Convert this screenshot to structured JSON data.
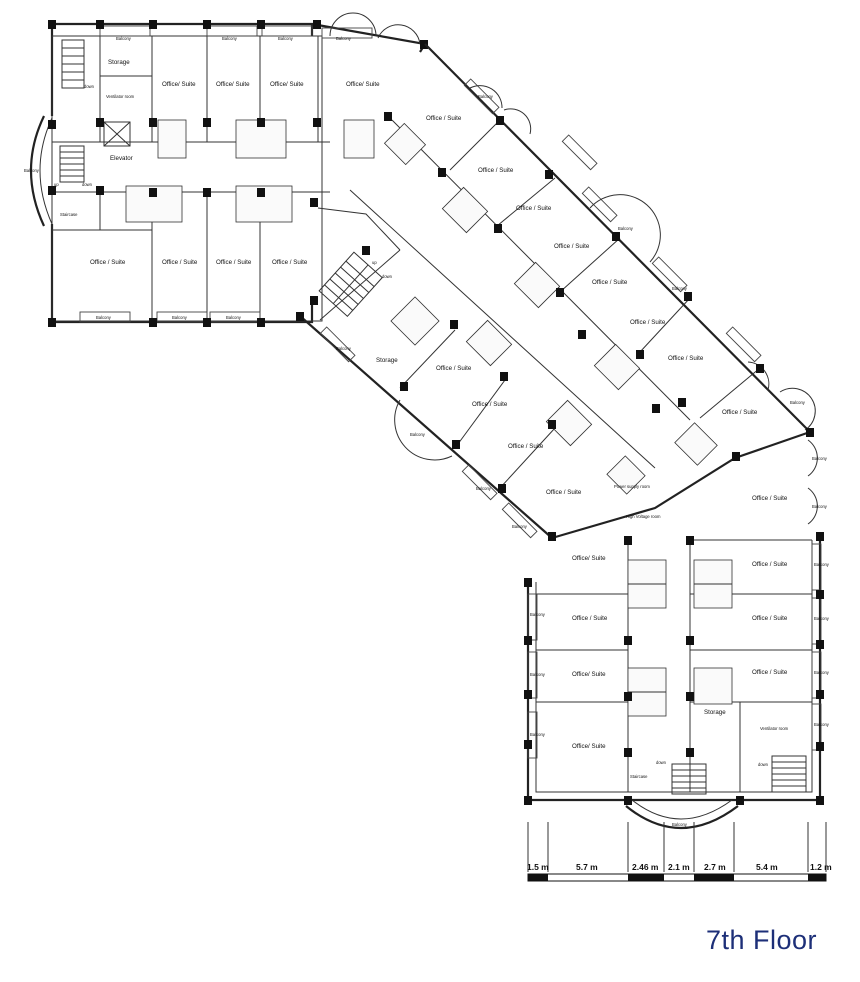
{
  "floor_title": "7th Floor",
  "labels": {
    "office_suite_a": "Office / Suite",
    "office_suite_b": "Office/ Suite",
    "balcony": "Balcony",
    "storage": "Storage",
    "elevator": "Elevator",
    "staircase": "Staircase",
    "ventilator_room": "Ventilator room",
    "up": "up",
    "down": "down",
    "power_supply_room": "Power supply room",
    "high_voltage_room": "High Voltage room"
  },
  "scale_bar": [
    "1.5 m",
    "5.7 m",
    "2.46 m",
    "2.1 m",
    "2.7 m",
    "5.4 m",
    "1.2 m"
  ]
}
